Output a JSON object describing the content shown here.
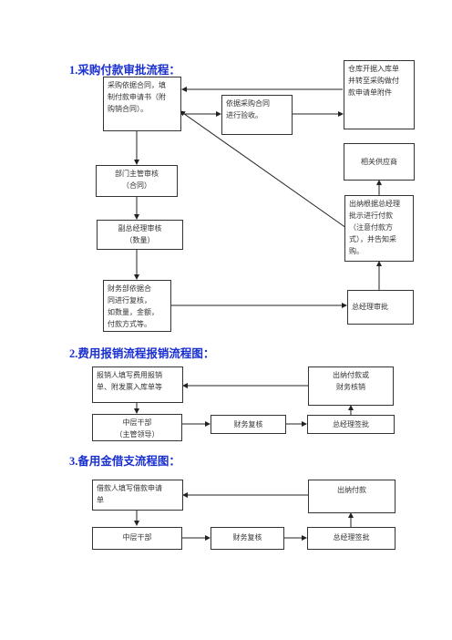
{
  "sections": [
    {
      "title": "1.采购付款审批流程：",
      "boxes": {
        "apply": "采购依据合同，填\n制付款申请书（附\n购销合同）。",
        "accept": "依据采购合同\n进行验收。",
        "warehouse": "仓库开据入库单\n并转至采购做付\n款申请单附件",
        "dept": "部门主管审核\n（合同）",
        "vp": "副总经理审核\n（数量）",
        "finance": "财务部依据合\n同进行复核，\n如数量，金额，\n付款方式等。",
        "supplier": "相关供应商",
        "cashier": "出纳根据总经理\n批示进行付款\n（注意付款方\n式），并告知采\n购。",
        "gm": "总经理审批"
      }
    },
    {
      "title": "2.费用报销流程报销流程图：",
      "boxes": {
        "claim": "报销人填写费用报销\n单、附发票入库单等",
        "cashier": "出纳付款或\n财务核销",
        "middle": "中层干部\n（主管领导）",
        "review": "财务复核",
        "gm": "总经理签批"
      }
    },
    {
      "title": "3.备用金借支流程图：",
      "boxes": {
        "borrow": "借款人填写借款申请\n单",
        "cashier": "出纳付款",
        "middle": "中层干部",
        "review": "财务复核",
        "gm": "总经理签批"
      }
    }
  ]
}
